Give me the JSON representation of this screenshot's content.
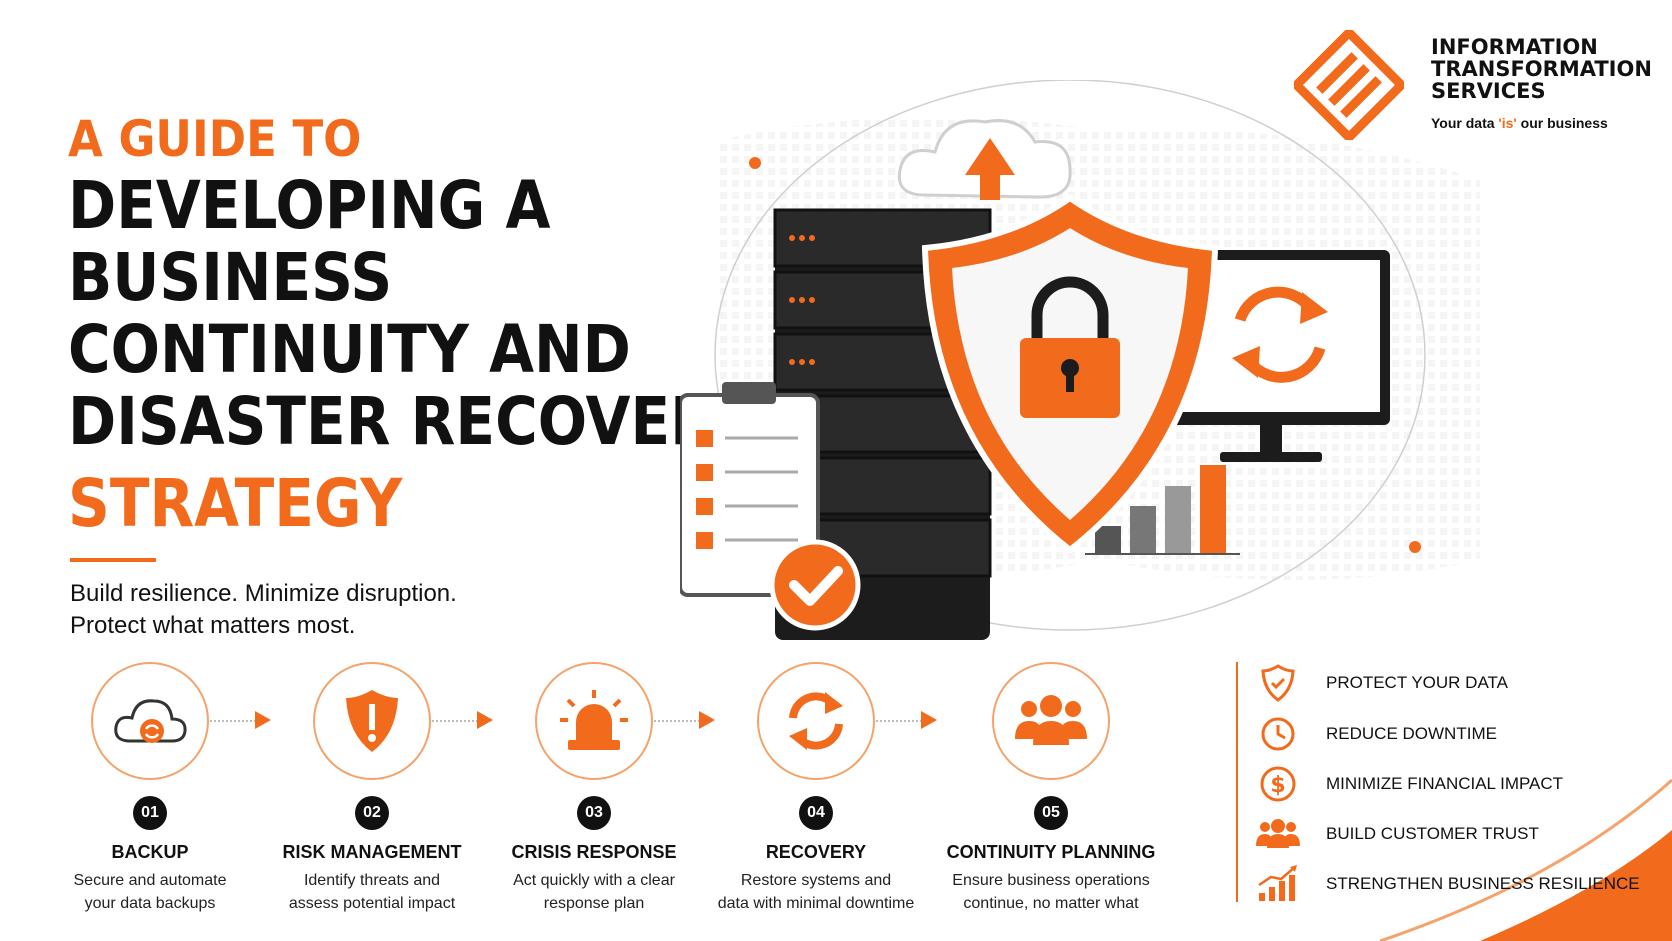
{
  "title": {
    "pre": "A GUIDE TO",
    "lines": [
      "DEVELOPING A",
      "BUSINESS",
      "CONTINUITY AND",
      "DISASTER RECOVERY"
    ],
    "end": "STRATEGY"
  },
  "tagline": {
    "line1": "Build resilience. Minimize disruption.",
    "line2": "Protect what matters most."
  },
  "logo": {
    "line1": "INFORMATION",
    "line2": "TRANSFORMATION",
    "line3": "SERVICES",
    "slogan_pre": "Your data ",
    "slogan_em": "'is'",
    "slogan_post": " our business"
  },
  "steps": [
    {
      "num": "01",
      "name": "BACKUP",
      "desc1": "Secure and automate",
      "desc2": "your data backups",
      "icon": "cloud-sync-icon"
    },
    {
      "num": "02",
      "name": "RISK MANAGEMENT",
      "desc1": "Identify threats and",
      "desc2": "assess potential impact",
      "icon": "shield-alert-icon"
    },
    {
      "num": "03",
      "name": "CRISIS RESPONSE",
      "desc1": "Act quickly with a clear",
      "desc2": "response plan",
      "icon": "alarm-siren-icon"
    },
    {
      "num": "04",
      "name": "RECOVERY",
      "desc1": "Restore systems and",
      "desc2": "data with minimal downtime",
      "icon": "refresh-icon"
    },
    {
      "num": "05",
      "name": "CONTINUITY PLANNING",
      "desc1": "Ensure business operations",
      "desc2": "continue, no matter what",
      "icon": "team-icon"
    }
  ],
  "benefits": [
    {
      "label": "PROTECT YOUR DATA",
      "icon": "shield-icon"
    },
    {
      "label": "REDUCE DOWNTIME",
      "icon": "clock-icon"
    },
    {
      "label": "MINIMIZE FINANCIAL IMPACT",
      "icon": "dollar-icon"
    },
    {
      "label": "BUILD CUSTOMER TRUST",
      "icon": "people-icon"
    },
    {
      "label": "STRENGTHEN BUSINESS RESILIENCE",
      "icon": "growth-chart-icon"
    }
  ],
  "colors": {
    "accent": "#f26b1d",
    "dark": "#111111",
    "grey": "#777777"
  }
}
